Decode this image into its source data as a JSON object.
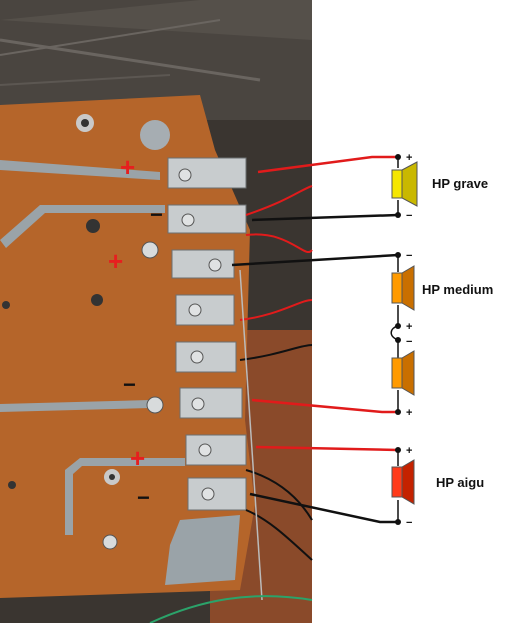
{
  "speakers": [
    {
      "label": "HP grave",
      "color": "#f5e600",
      "accent": "#c9b800"
    },
    {
      "label": "HP medium",
      "color": "#ff9a00",
      "accent": "#c96f00"
    },
    {
      "label": "HP medium",
      "color": "#ff9a00",
      "accent": "#c96f00",
      "hidden_label": true
    },
    {
      "label": "HP aigu",
      "color": "#ff3b1a",
      "accent": "#c42200"
    }
  ],
  "polarity": {
    "plus": "+",
    "minus": "−"
  },
  "colors": {
    "board": "#b5652a",
    "board_dark": "#8f4c1d",
    "copper": "#9aa3a8",
    "background_photo": "#3f3a35",
    "table_wood": "#8a4a2a",
    "wire_red": "#e11b1b",
    "wire_black": "#111111",
    "mark_red": "#e61f1f",
    "mark_black": "#111111"
  }
}
